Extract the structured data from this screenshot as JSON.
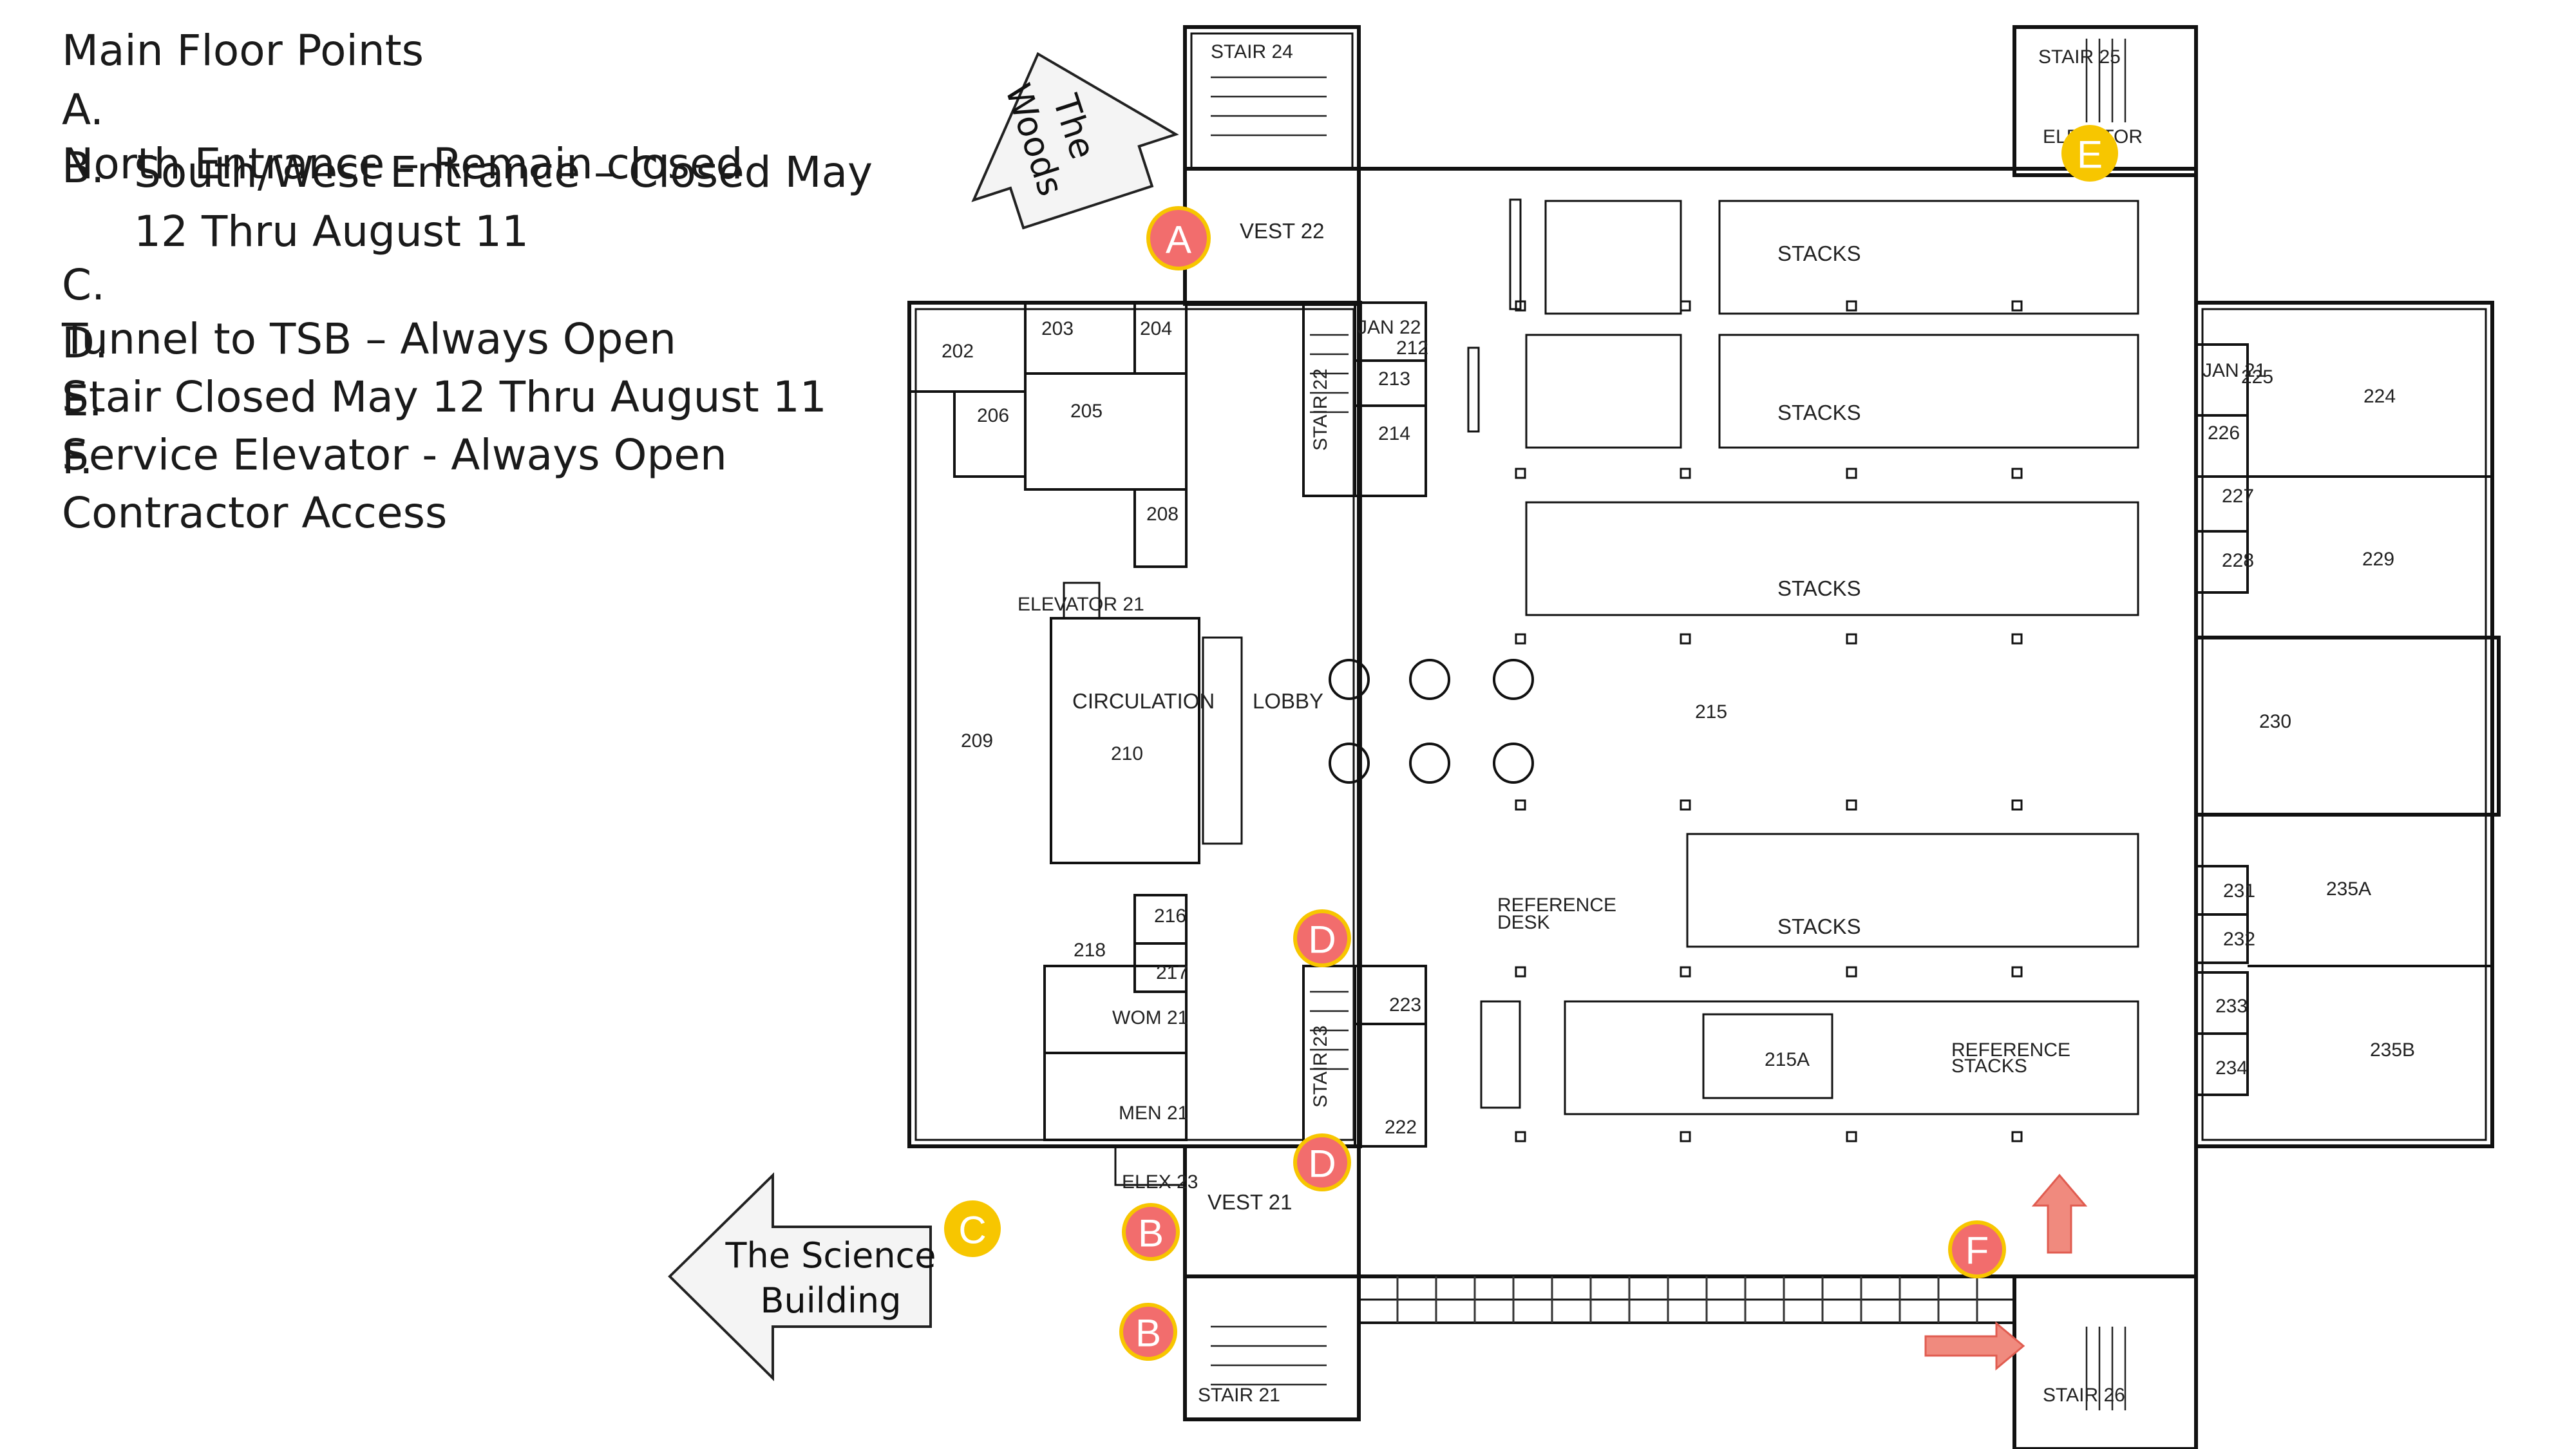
{
  "legend": {
    "title": "Main Floor Points",
    "items": [
      {
        "letter": "A.",
        "text": "North Entrance – Remain closed"
      },
      {
        "letter": "B.",
        "text": "South/West Entrance – Closed May 12 Thru August 11"
      },
      {
        "letter": "C.",
        "text": "Tunnel to TSB – Always Open"
      },
      {
        "letter": "D.",
        "text": "Stair Closed May 12 Thru August 11"
      },
      {
        "letter": "E.",
        "text": "Service Elevator  - Always Open"
      },
      {
        "letter": "F.",
        "text": "Contractor Access"
      }
    ]
  },
  "callouts": {
    "woods_line1": "The",
    "woods_line2": "Woods",
    "science_line1": "The Science",
    "science_line2": "Building"
  },
  "markers": {
    "A": "A",
    "B": "B",
    "C": "C",
    "D": "D",
    "E": "E",
    "F": "F"
  },
  "colors": {
    "marker_red": "#f26d6d",
    "marker_yellow": "#f7c600",
    "arrow_fill": "#f4f4f4",
    "contractor_arrow": "#f08a7e"
  },
  "rooms": {
    "stair24": "STAIR 24",
    "stair25": "STAIR 25",
    "stair21": "STAIR 21",
    "stair26": "STAIR 26",
    "stair22": "STAIR 22",
    "stair23": "STAIR 23",
    "elevator_top": "ELEVATOR",
    "elevator21": "ELEVATOR 21",
    "elev23": "ELEX 23",
    "vest22": "VEST 22",
    "vest21": "VEST 21",
    "r202": "202",
    "r203": "203",
    "r204": "204",
    "r205": "205",
    "r206": "206",
    "r208": "208",
    "r209": "209",
    "r210": "210",
    "circulation": "CIRCULATION",
    "lobby": "LOBBY",
    "jan22": "JAN 22",
    "r212": "212",
    "r213": "213",
    "r214": "214",
    "stacks": "STACKS",
    "r215": "215",
    "r215a": "215A",
    "reference_desk_1": "REFERENCE",
    "reference_desk_2": "DESK",
    "reference_stacks_1": "REFERENCE",
    "reference_stacks_2": "STACKS",
    "r216": "216",
    "r217": "217",
    "r218": "218",
    "wom21": "WOM 21",
    "men21": "MEN 21",
    "r222": "222",
    "r223": "223",
    "jan21": "JAN 21",
    "r224": "224",
    "r225": "225",
    "r226": "226",
    "r227": "227",
    "r228": "228",
    "r229": "229",
    "r230": "230",
    "r231": "231",
    "r232": "232",
    "r233": "233",
    "r234": "234",
    "r235a": "235A",
    "r235b": "235B"
  }
}
